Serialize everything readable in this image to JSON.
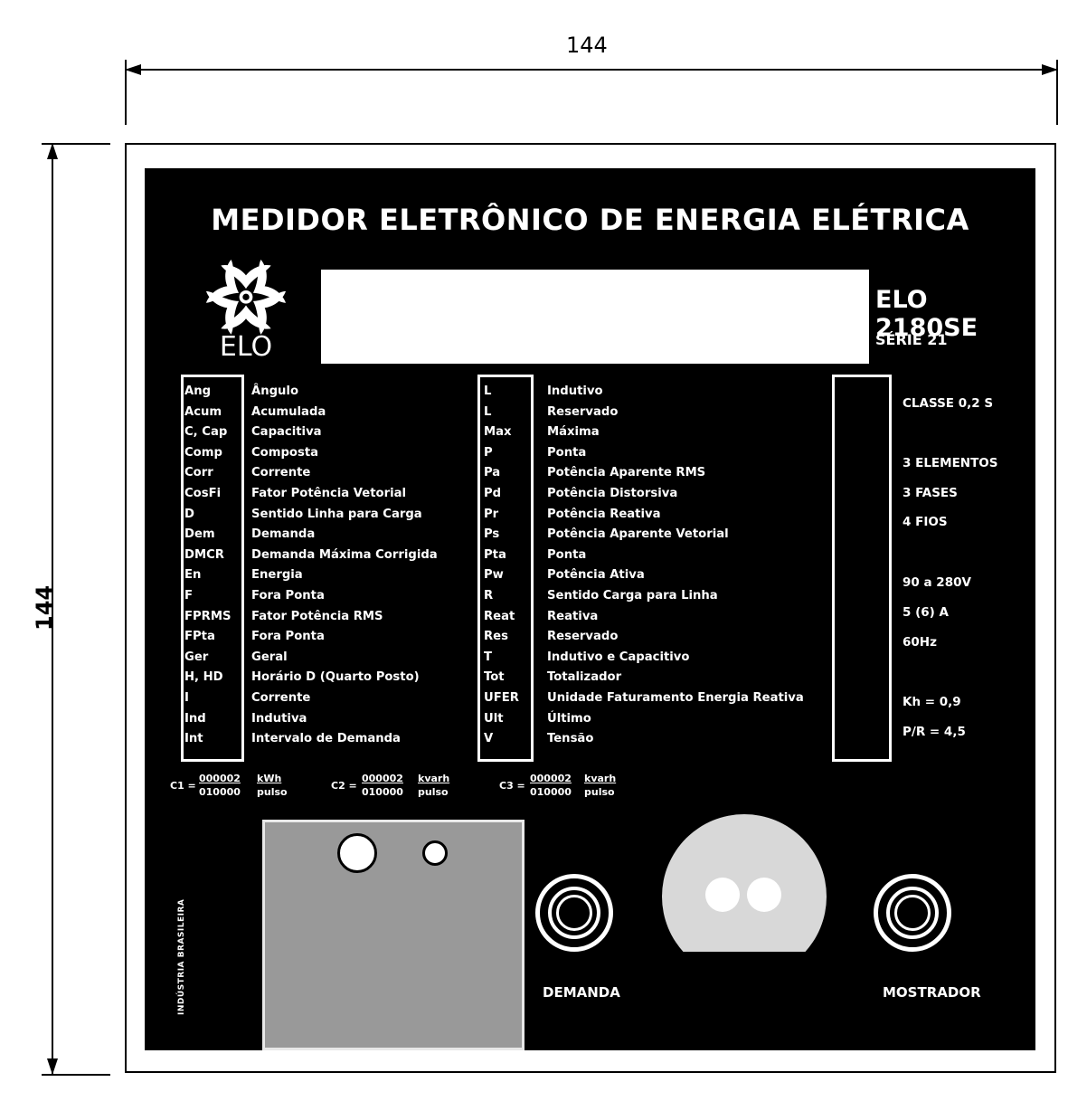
{
  "dimensions": {
    "width_label": "144",
    "height_label": "144"
  },
  "panel": {
    "title": "MEDIDOR ELETRÔNICO DE ENERGIA ELÉTRICA",
    "logo_text": "ELO",
    "model": "ELO 2180SE",
    "serie": "SÉRIE 21"
  },
  "legend_left": [
    {
      "abbr": "Ang",
      "desc": "Ângulo"
    },
    {
      "abbr": "Acum",
      "desc": "Acumulada"
    },
    {
      "abbr": "C, Cap",
      "desc": "Capacitiva"
    },
    {
      "abbr": "Comp",
      "desc": "Composta"
    },
    {
      "abbr": "Corr",
      "desc": "Corrente"
    },
    {
      "abbr": "CosFi",
      "desc": "Fator Potência Vetorial"
    },
    {
      "abbr": "D",
      "desc": "Sentido Linha para Carga"
    },
    {
      "abbr": "Dem",
      "desc": "Demanda"
    },
    {
      "abbr": "DMCR",
      "desc": "Demanda Máxima Corrigida"
    },
    {
      "abbr": "En",
      "desc": "Energia"
    },
    {
      "abbr": "F",
      "desc": "Fora Ponta"
    },
    {
      "abbr": "FPRMS",
      "desc": "Fator Potência RMS"
    },
    {
      "abbr": "FPta",
      "desc": "Fora Ponta"
    },
    {
      "abbr": "Ger",
      "desc": "Geral"
    },
    {
      "abbr": "H, HD",
      "desc": "Horário D (Quarto Posto)"
    },
    {
      "abbr": "I",
      "desc": "Corrente"
    },
    {
      "abbr": "Ind",
      "desc": "Indutiva"
    },
    {
      "abbr": "Int",
      "desc": "Intervalo de Demanda"
    }
  ],
  "legend_mid": [
    {
      "abbr": "L",
      "desc": "Indutivo"
    },
    {
      "abbr": "L",
      "desc": "Reservado"
    },
    {
      "abbr": "Max",
      "desc": "Máxima"
    },
    {
      "abbr": "P",
      "desc": "Ponta"
    },
    {
      "abbr": "Pa",
      "desc": "Potência Aparente RMS"
    },
    {
      "abbr": "Pd",
      "desc": "Potência Distorsiva"
    },
    {
      "abbr": "Pr",
      "desc": "Potência Reativa"
    },
    {
      "abbr": "Ps",
      "desc": "Potência Aparente Vetorial"
    },
    {
      "abbr": "Pta",
      "desc": "Ponta"
    },
    {
      "abbr": "Pw",
      "desc": "Potência Ativa"
    },
    {
      "abbr": "R",
      "desc": "Sentido Carga para Linha"
    },
    {
      "abbr": "Reat",
      "desc": "Reativa"
    },
    {
      "abbr": "Res",
      "desc": "Reservado"
    },
    {
      "abbr": "T",
      "desc": "Indutivo e Capacitivo"
    },
    {
      "abbr": "Tot",
      "desc": "Totalizador"
    },
    {
      "abbr": "UFER",
      "desc": "Unidade Faturamento Energia Reativa"
    },
    {
      "abbr": "Ult",
      "desc": "Último"
    },
    {
      "abbr": "V",
      "desc": "Tensão"
    }
  ],
  "specs": {
    "classe": "CLASSE  0,2 S",
    "elementos": "3 ELEMENTOS",
    "fases": "3 FASES",
    "fios": "4 FIOS",
    "tensao": "90 a 280V",
    "corrente": "5 (6) A",
    "frequencia": "60Hz",
    "kh": "Kh  = 0,9",
    "pr": "P/R = 4,5"
  },
  "constants": [
    {
      "label": "C1 =",
      "num": "000002",
      "den": "010000",
      "unit": "kWh",
      "per": "pulso"
    },
    {
      "label": "C2 =",
      "num": "000002",
      "den": "010000",
      "unit": "kvarh",
      "per": "pulso"
    },
    {
      "label": "C3 =",
      "num": "000002",
      "den": "010000",
      "unit": "kvarh",
      "per": "pulso"
    }
  ],
  "buttons": {
    "demanda": "DEMANDA",
    "mostrador": "MOSTRADOR"
  },
  "vertical_label": "INDÚSTRIA BRASILEIRA"
}
